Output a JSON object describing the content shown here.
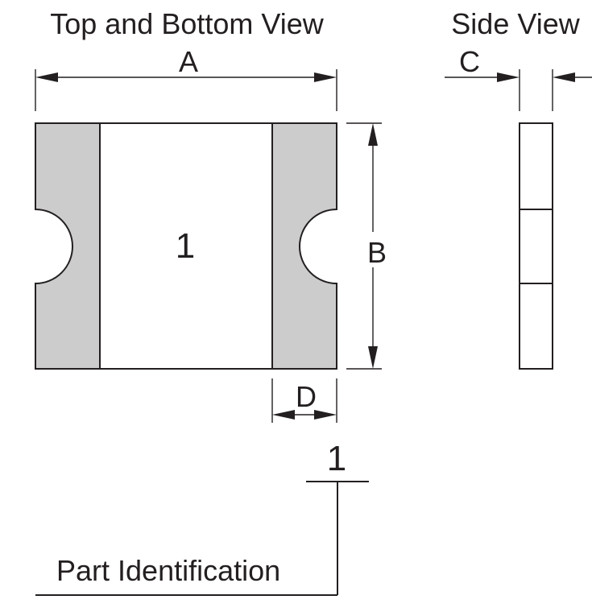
{
  "top_bottom_view": {
    "title": "Top and Bottom View",
    "body_marking": "1"
  },
  "side_view": {
    "title": "Side View"
  },
  "dimensions": {
    "width": "A",
    "height": "B",
    "thickness": "C",
    "terminal_width": "D"
  },
  "callout": {
    "number": "1",
    "label": "Part Identification"
  },
  "colors": {
    "terminal_fill": "#cccccc",
    "body_fill": "#ffffff",
    "line": "#231f20"
  }
}
